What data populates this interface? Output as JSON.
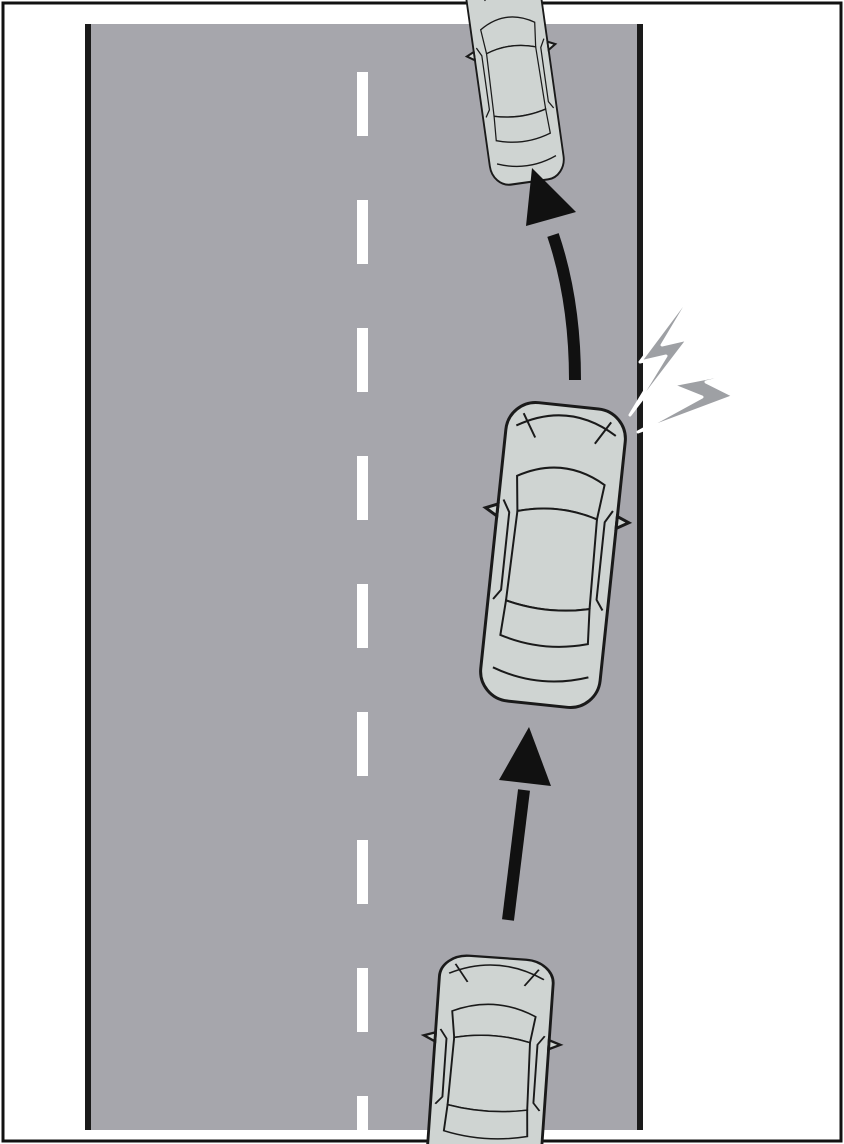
{
  "colors": {
    "background": "#ffffff",
    "frame": "#111111",
    "road": "#a6a6ac",
    "road_edge": "#1a1a1a",
    "lane_marking": "#ffffff",
    "car_body": "#cfd4d2",
    "car_outline": "#1a1a1a",
    "arrow": "#111111",
    "warning_fill": "#9ea0a4",
    "warning_outline": "#ffffff"
  },
  "icons": {
    "path_arrow": "arrow-up-icon",
    "warning": "lightning-bolt-icon"
  },
  "diagram": {
    "cars": [
      {
        "name": "lead-car",
        "role": "vehicle ahead"
      },
      {
        "name": "middle-car",
        "role": "vehicle drifting onto road edge"
      },
      {
        "name": "following-car",
        "role": "vehicle behind"
      }
    ],
    "arrows": [
      {
        "name": "straight-path-arrow",
        "kind": "straight"
      },
      {
        "name": "curved-path-arrow",
        "kind": "curved"
      }
    ],
    "warnings": [
      {
        "name": "warning-bolt-upper"
      },
      {
        "name": "warning-bolt-lower"
      }
    ]
  }
}
